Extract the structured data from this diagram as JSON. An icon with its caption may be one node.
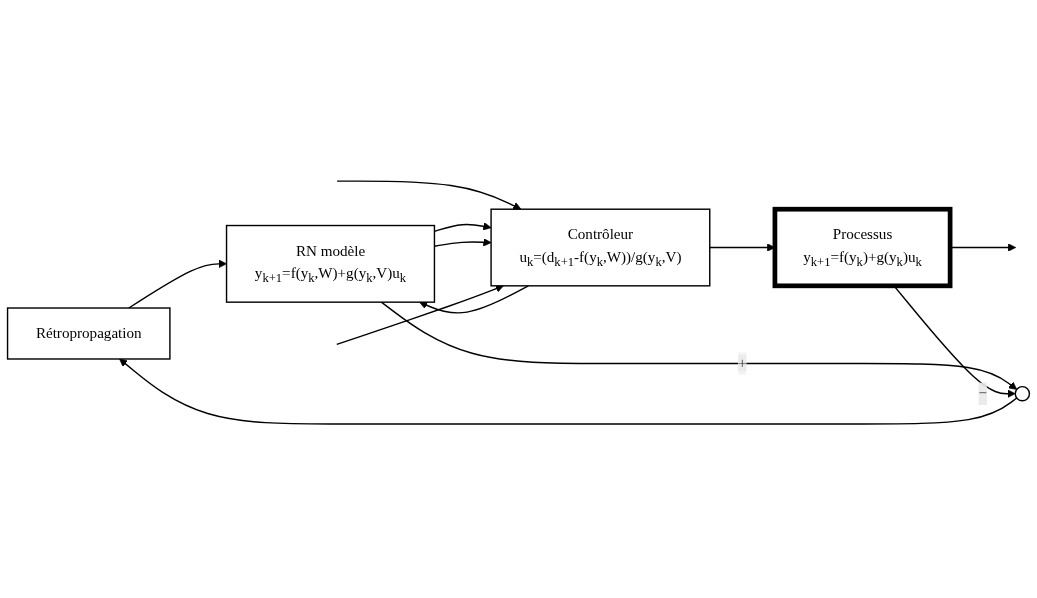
{
  "diagram": {
    "nodes": [
      {
        "text": [
          "Rétropropagation"
        ]
      },
      {
        "text": [
          "RN modèle",
          "y$_{k+1}$=f(y$_{k}$,W)+g(y$_{k}$,V)u$_{k}$"
        ]
      },
      {
        "text": [],
        "shape": "circle"
      },
      {
        "text": [
          "Contrôleur",
          "u$_{k}$=(d$_{k+1}$-f(y$_{k}$,W))/g(y$_{k}$,V)"
        ]
      },
      {
        "text": [
          "Processus",
          "y$_{k+1}$=f(y$_{k}$)+g(y$_{k}$)u$_{k}$"
        ]
      }
    ],
    "edges": [
      {
        "from": null,
        "to": 3,
        "arrow": "to"
      },
      {
        "from": 1,
        "to": 3,
        "arrow": "to"
      },
      {
        "from": 1,
        "to": 3,
        "arrow": "to"
      },
      {
        "from": null,
        "to": 3,
        "arrow": "to"
      },
      {
        "from": 3,
        "to": 4,
        "arrow": "to"
      },
      {
        "from": 3,
        "to": 1,
        "arrow": "to"
      },
      {
        "from": 4,
        "to": null,
        "arrow": "to"
      },
      {
        "from": 1,
        "to": 2,
        "arrow": "to",
        "label": "+"
      },
      {
        "from": 4,
        "to": 2,
        "arrow": "to",
        "label": "−"
      },
      {
        "from": 2,
        "to": 0,
        "arrow": "to"
      },
      {
        "from": 0,
        "to": 1,
        "arrow": "to"
      }
    ]
  }
}
